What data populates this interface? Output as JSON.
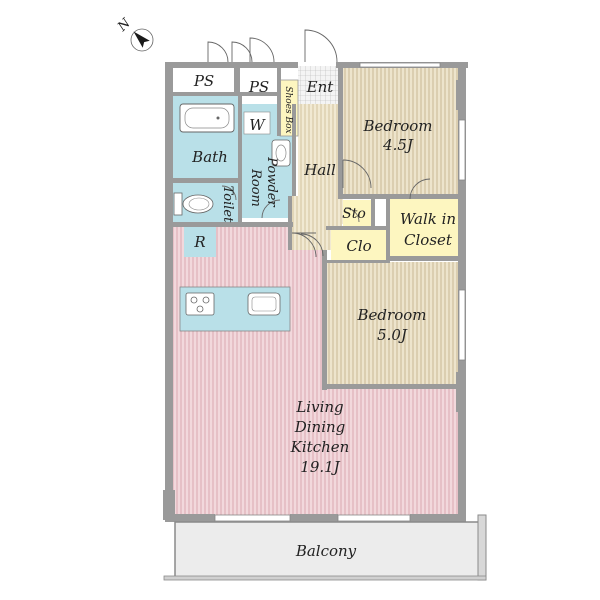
{
  "compass": {
    "north_label": "N"
  },
  "rooms": {
    "ps1": "PS",
    "ps2": "PS",
    "ent": "Ent",
    "shoes_box": "Shoes Box",
    "w": "W",
    "bath": "Bath",
    "powder_room_1": "Powder",
    "powder_room_2": "Room",
    "toilet": "Toilet",
    "hall": "Hall",
    "bedroom1_name": "Bedroom",
    "bedroom1_size": "4.5J",
    "sto": "Sto",
    "walkin_1": "Walk in",
    "walkin_2": "Closet",
    "clo": "Clo",
    "r": "R",
    "bedroom2_name": "Bedroom",
    "bedroom2_size": "5.0J",
    "ldk_1": "Living",
    "ldk_2": "Dining",
    "ldk_3": "Kitchen",
    "ldk_size": "19.1J",
    "balcony": "Balcony"
  },
  "colors": {
    "wall": "#9a9a9a",
    "wet_area": "#b9e0e8",
    "ldk_floor": "#f2d8dc",
    "ldk_stripe": "#d9a8b0",
    "bedroom_floor": "#ede4cc",
    "bedroom_stripe": "#c9b994",
    "hall_floor": "#f1e9d2",
    "closet_floor": "#fdf6c0",
    "balcony_floor": "#ececec"
  }
}
